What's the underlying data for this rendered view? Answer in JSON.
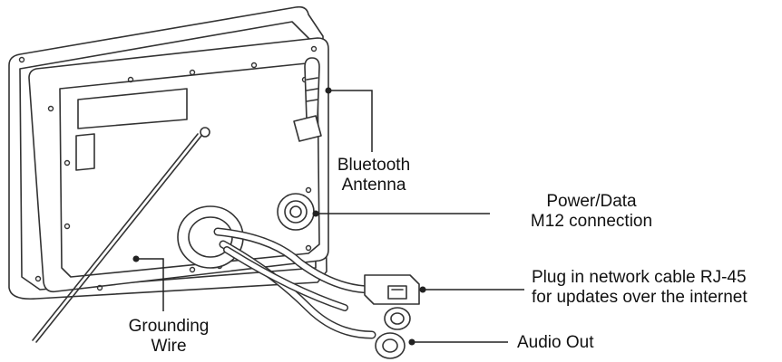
{
  "callouts": {
    "bluetooth": {
      "line1": "Bluetooth",
      "line2": "Antenna"
    },
    "power": {
      "line1": "Power/Data",
      "line2": "M12 connection"
    },
    "network": {
      "line1": "Plug in network cable RJ-45",
      "line2": "for updates over the internet"
    },
    "audio": {
      "line1": "Audio Out"
    },
    "ground": {
      "line1": "Grounding",
      "line2": "Wire"
    }
  },
  "colors": {
    "stroke": "#333333",
    "label": "#111111",
    "background": "#ffffff"
  }
}
